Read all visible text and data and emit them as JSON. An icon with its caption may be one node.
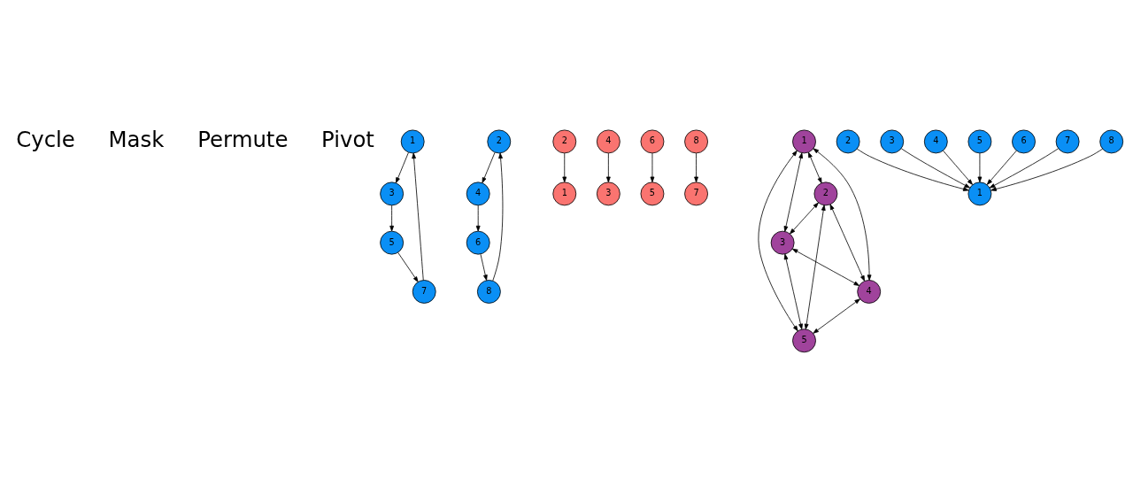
{
  "diagram": {
    "nodes": [
      {
        "text": [
          "1"
        ]
      },
      {
        "text": [
          "2"
        ]
      },
      {
        "text": [
          "3"
        ]
      },
      {
        "text": [
          "4"
        ]
      },
      {
        "text": [
          "5"
        ]
      },
      {
        "text": [
          "6"
        ]
      },
      {
        "text": [
          "7"
        ]
      },
      {
        "text": [
          "8"
        ]
      },
      {
        "text": [
          "1"
        ]
      },
      {
        "text": [
          "2"
        ]
      },
      {
        "text": [
          "3"
        ]
      },
      {
        "text": [
          "4"
        ]
      },
      {
        "text": [
          "5"
        ]
      },
      {
        "text": [
          "6"
        ]
      },
      {
        "text": [
          "7"
        ]
      },
      {
        "text": [
          "8"
        ]
      },
      {
        "text": [
          "1"
        ]
      },
      {
        "text": [
          "2"
        ]
      },
      {
        "text": [
          "3"
        ]
      },
      {
        "text": [
          "4"
        ]
      },
      {
        "text": [
          "5"
        ]
      },
      {
        "text": [
          "1"
        ]
      },
      {
        "text": [
          "2"
        ]
      },
      {
        "text": [
          "3"
        ]
      },
      {
        "text": [
          "4"
        ]
      },
      {
        "text": [
          "5"
        ]
      },
      {
        "text": [
          "6"
        ]
      },
      {
        "text": [
          "7"
        ]
      },
      {
        "text": [
          "8"
        ]
      }
    ],
    "edges": [
      {
        "from": 0,
        "to": 2,
        "arrow": "to"
      },
      {
        "from": 7,
        "to": 1,
        "arrow": "to"
      },
      {
        "from": 1,
        "to": 3,
        "arrow": "to"
      },
      {
        "from": 2,
        "to": 4,
        "arrow": "to"
      },
      {
        "from": 3,
        "to": 5,
        "arrow": "to"
      },
      {
        "from": 4,
        "to": 6,
        "arrow": "to"
      },
      {
        "from": 5,
        "to": 7,
        "arrow": "to"
      },
      {
        "from": 6,
        "to": 0,
        "arrow": "to"
      },
      {
        "from": 11,
        "to": 10,
        "arrow": "to"
      },
      {
        "from": 9,
        "to": 8,
        "arrow": "to"
      },
      {
        "from": 13,
        "to": 12,
        "arrow": "to"
      },
      {
        "from": 15,
        "to": 14,
        "arrow": "to"
      },
      {
        "from": 16,
        "to": 17,
        "arrow": "both"
      },
      {
        "from": 16,
        "to": 18,
        "arrow": "both"
      },
      {
        "from": 16,
        "to": 19,
        "arrow": "both"
      },
      {
        "from": 16,
        "to": 20,
        "arrow": "both"
      },
      {
        "from": 17,
        "to": 18,
        "arrow": "both"
      },
      {
        "from": 17,
        "to": 19,
        "arrow": "both"
      },
      {
        "from": 17,
        "to": 20,
        "arrow": "both"
      },
      {
        "from": 18,
        "to": 19,
        "arrow": "both"
      },
      {
        "from": 18,
        "to": 20,
        "arrow": "both"
      },
      {
        "from": 19,
        "to": 20,
        "arrow": "both"
      },
      {
        "from": 22,
        "to": 21,
        "arrow": "to"
      },
      {
        "from": 23,
        "to": 21,
        "arrow": "to"
      },
      {
        "from": 24,
        "to": 21,
        "arrow": "to"
      },
      {
        "from": 25,
        "to": 21,
        "arrow": "to"
      },
      {
        "from": 26,
        "to": 21,
        "arrow": "to"
      },
      {
        "from": 27,
        "to": 21,
        "arrow": "to"
      },
      {
        "from": 28,
        "to": 21,
        "arrow": "to"
      }
    ],
    "labels": [
      "Cycle",
      "Mask",
      "Permute",
      "Pivot"
    ]
  }
}
